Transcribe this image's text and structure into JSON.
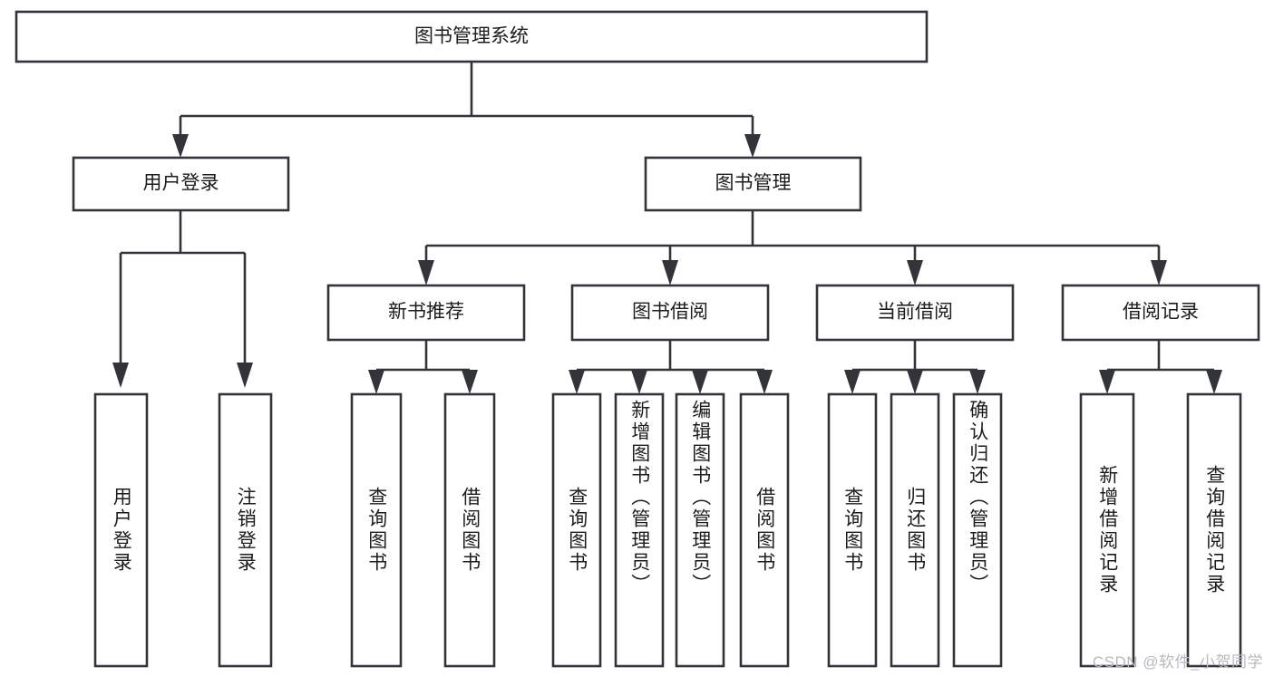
{
  "diagram": {
    "type": "tree",
    "title": "图书管理系统",
    "orientation": "top-down",
    "style": {
      "box_fill": "#ffffff",
      "box_stroke": "#33333a",
      "line_color": "#33333a",
      "text_color": "#1c1c1c",
      "background": "#ffffff"
    },
    "root": {
      "label": "图书管理系统"
    },
    "level2": [
      {
        "label": "用户登录"
      },
      {
        "label": "图书管理"
      }
    ],
    "level3": [
      {
        "label": "新书推荐"
      },
      {
        "label": "图书借阅"
      },
      {
        "label": "当前借阅"
      },
      {
        "label": "借阅记录"
      }
    ],
    "leaves": {
      "user_login": [
        {
          "label": "用户登录"
        },
        {
          "label": "注销登录"
        }
      ],
      "new_book_recommend": [
        {
          "label": "查询图书"
        },
        {
          "label": "借阅图书"
        }
      ],
      "book_borrow": [
        {
          "label": "查询图书"
        },
        {
          "label": "新增图书（管理员）"
        },
        {
          "label": "编辑图书（管理员）"
        },
        {
          "label": "借阅图书"
        }
      ],
      "current_borrow": [
        {
          "label": "查询图书"
        },
        {
          "label": "归还图书"
        },
        {
          "label": "确认归还（管理员）"
        }
      ],
      "borrow_record": [
        {
          "label": "新增借阅记录"
        },
        {
          "label": "查询借阅记录"
        }
      ]
    }
  },
  "watermark": {
    "text": "CSDN @软件_小贺同学"
  }
}
